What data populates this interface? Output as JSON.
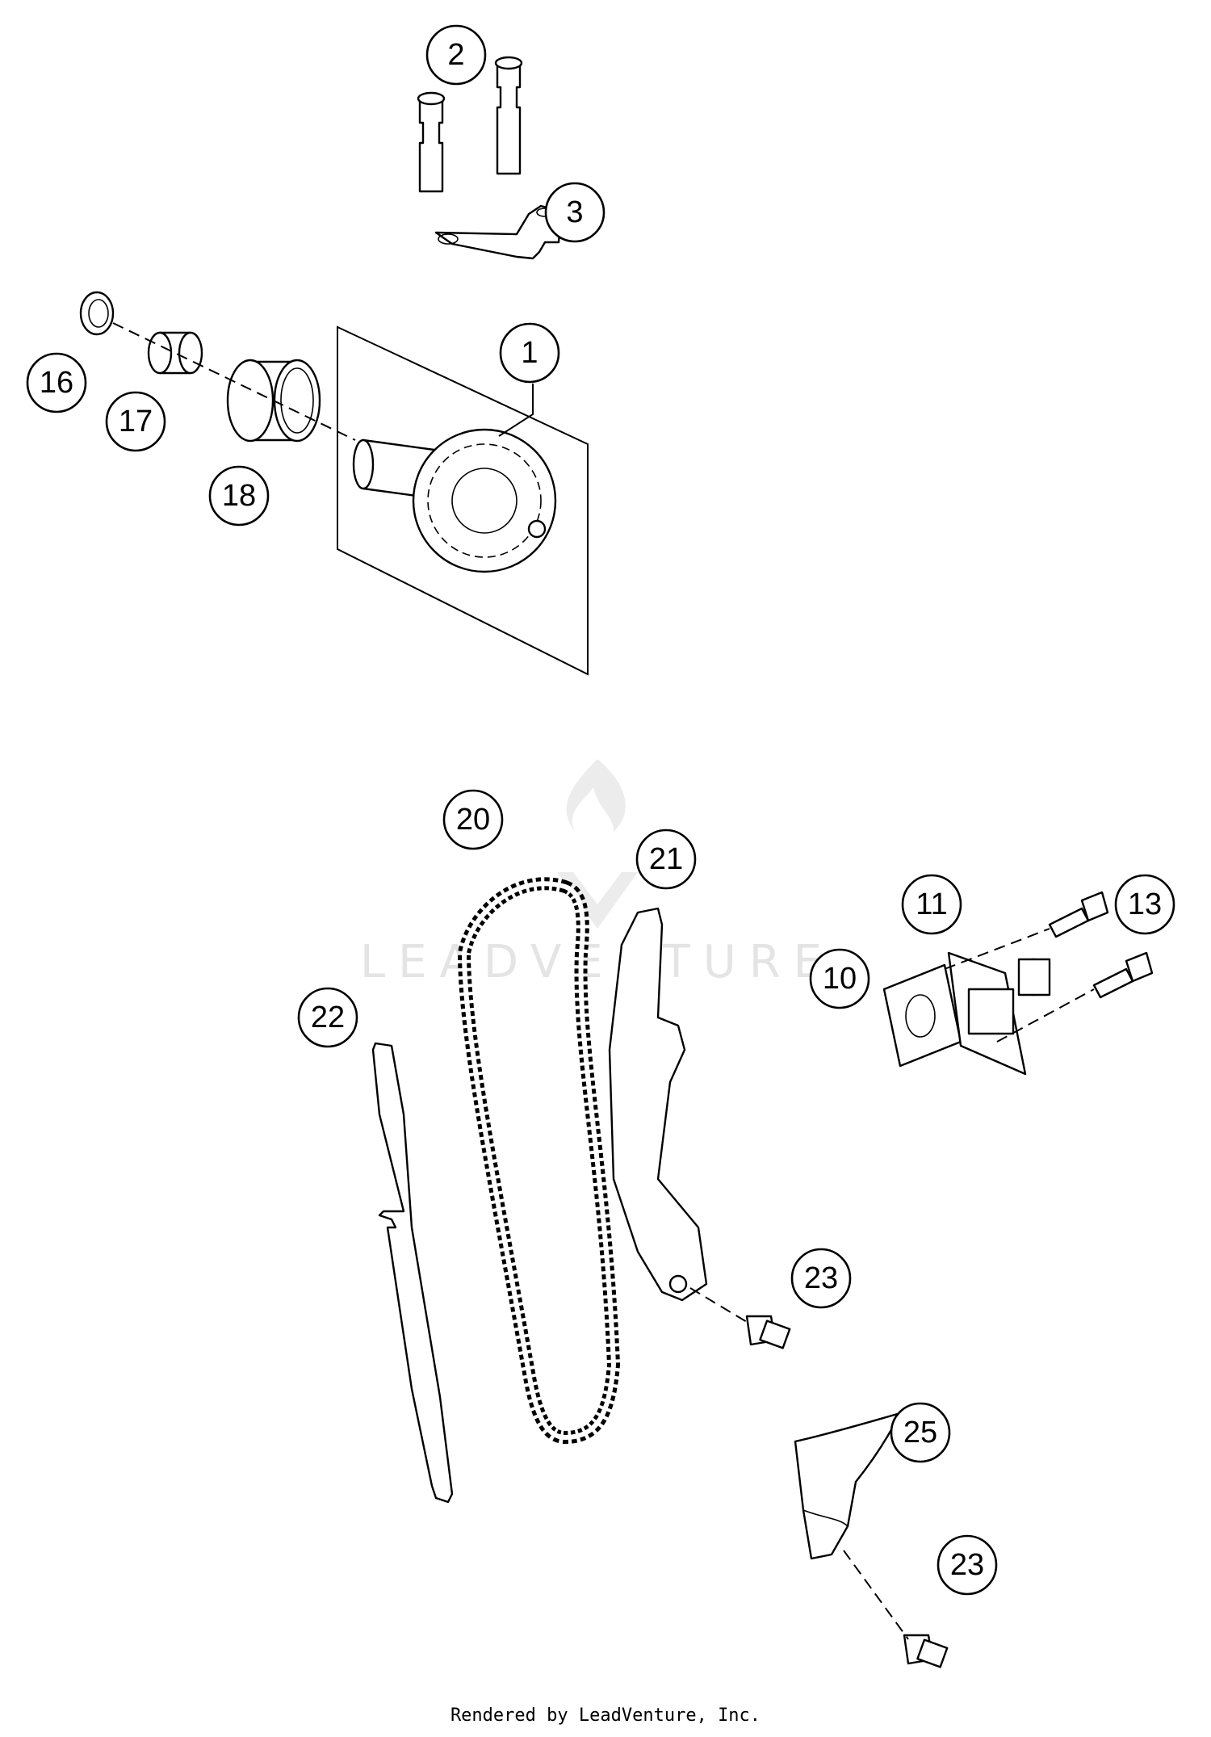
{
  "callouts": [
    "2",
    "3",
    "1",
    "16",
    "17",
    "18",
    "20",
    "21",
    "11",
    "13",
    "10",
    "22",
    "23",
    "25",
    "23"
  ],
  "watermark": "LEADVENTURE",
  "footer": "Rendered by LeadVenture, Inc."
}
